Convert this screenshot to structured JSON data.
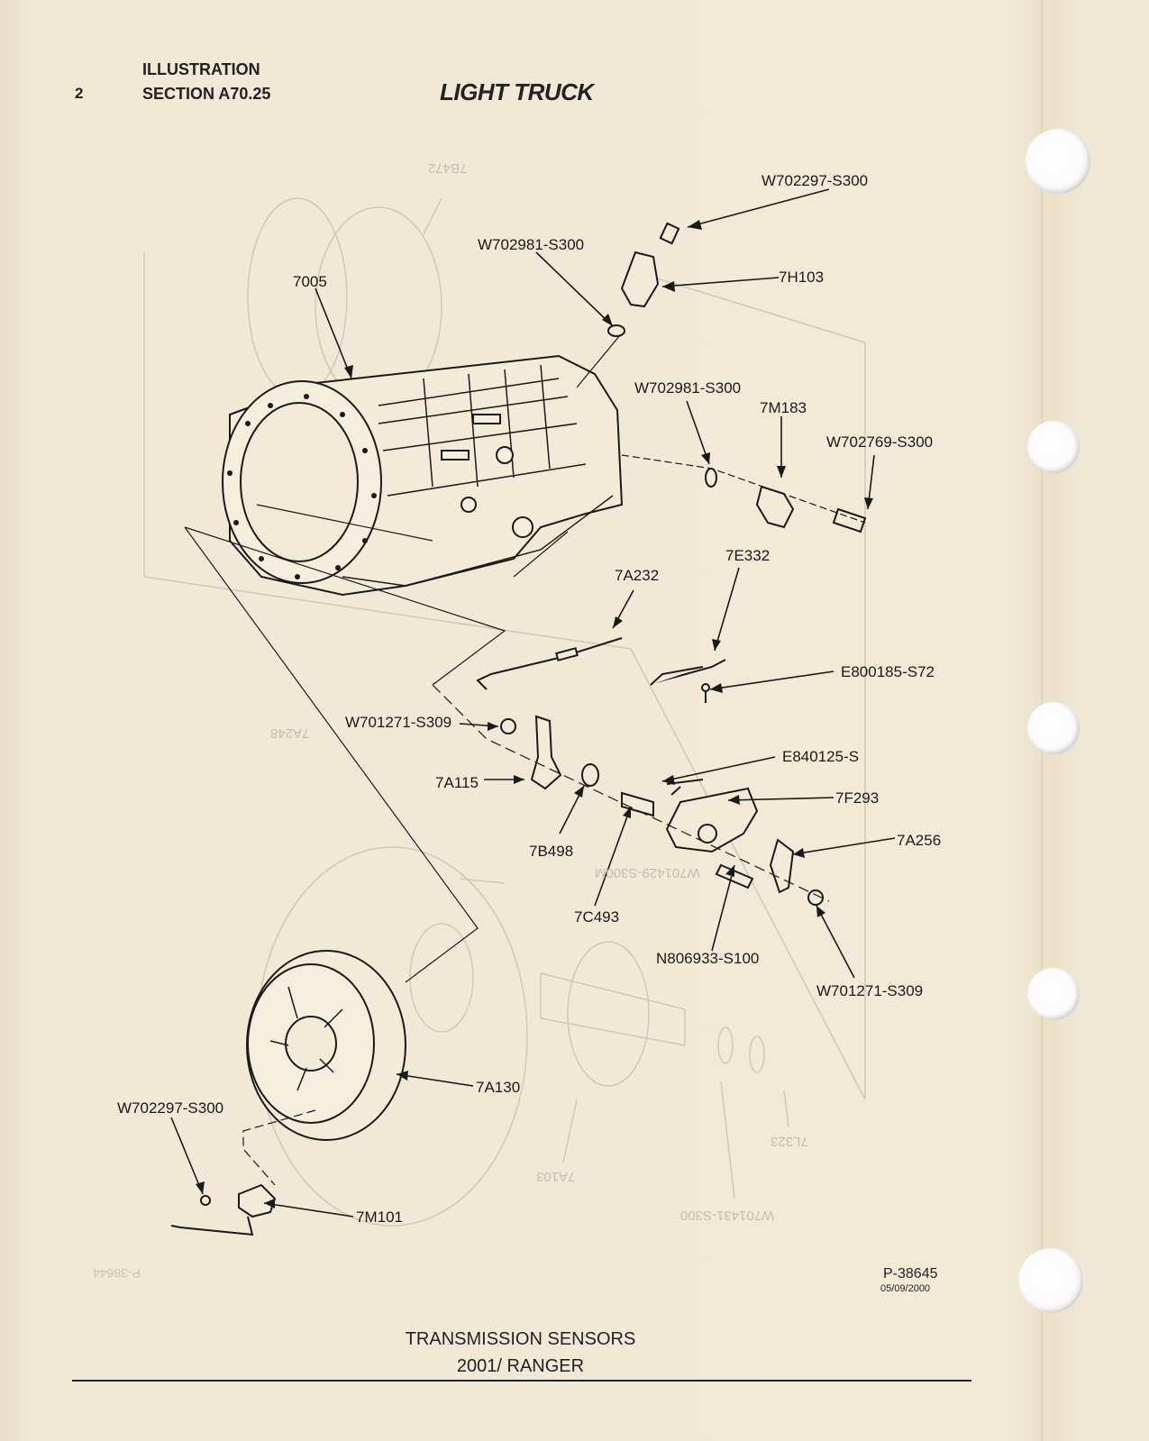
{
  "header": {
    "page_number": "2",
    "illustration_label": "ILLUSTRATION",
    "section_label": "SECTION A70.25",
    "title": "LIGHT TRUCK"
  },
  "part_labels": [
    {
      "id": "W702297-S300-top",
      "text": "W702297-S300"
    },
    {
      "id": "W702981-S300-top",
      "text": "W702981-S300"
    },
    {
      "id": "7005",
      "text": "7005"
    },
    {
      "id": "7H103",
      "text": "7H103"
    },
    {
      "id": "W702981-S300-mid",
      "text": "W702981-S300"
    },
    {
      "id": "7M183",
      "text": "7M183"
    },
    {
      "id": "W702769-S300",
      "text": "W702769-S300"
    },
    {
      "id": "7E332",
      "text": "7E332"
    },
    {
      "id": "7A232",
      "text": "7A232"
    },
    {
      "id": "E800185-S72",
      "text": "E800185-S72"
    },
    {
      "id": "W701271-S309-left",
      "text": "W701271-S309"
    },
    {
      "id": "E840125-S",
      "text": "E840125-S"
    },
    {
      "id": "7A115",
      "text": "7A115"
    },
    {
      "id": "7F293",
      "text": "7F293"
    },
    {
      "id": "7A256",
      "text": "7A256"
    },
    {
      "id": "7B498",
      "text": "7B498"
    },
    {
      "id": "7C493",
      "text": "7C493"
    },
    {
      "id": "N806933-S100",
      "text": "N806933-S100"
    },
    {
      "id": "W701271-S309-right",
      "text": "W701271-S309"
    },
    {
      "id": "7A130",
      "text": "7A130"
    },
    {
      "id": "W702297-S300-bottom",
      "text": "W702297-S300"
    },
    {
      "id": "7M101",
      "text": "7M101"
    }
  ],
  "figure": {
    "number": "P-38645",
    "date": "05/09/2000"
  },
  "footer": {
    "title": "TRANSMISSION SENSORS",
    "model": "2001/ RANGER"
  },
  "colors": {
    "paper": "#efe6d3",
    "ink": "#1a1a1a",
    "bleed_through": "#c4bdaf"
  }
}
